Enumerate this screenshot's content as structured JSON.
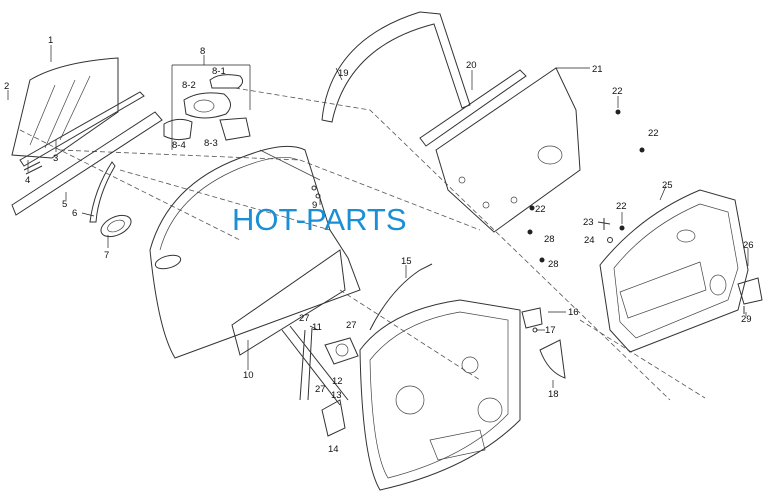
{
  "watermark": {
    "text": "HOT-PARTS",
    "color": "#1a8fd6"
  },
  "colors": {
    "line": "#333333",
    "label": "#111111"
  },
  "labels": {
    "p1": "1",
    "p2": "2",
    "p3": "3",
    "p4": "4",
    "p5": "5",
    "p6": "6",
    "p7": "7",
    "p8": "8",
    "p8_1": "8-1",
    "p8_2": "8-2",
    "p8_3": "8-3",
    "p8_4": "8-4",
    "p9": "9",
    "p10": "10",
    "p11": "11",
    "p12": "12",
    "p13": "13",
    "p14": "14",
    "p15": "15",
    "p16": "16",
    "p17": "17",
    "p18": "18",
    "p19": "19",
    "p20": "20",
    "p21": "21",
    "p22": "22",
    "p23": "23",
    "p24": "24",
    "p25": "25",
    "p26": "26",
    "p27": "27",
    "p28": "28",
    "p29": "29"
  }
}
